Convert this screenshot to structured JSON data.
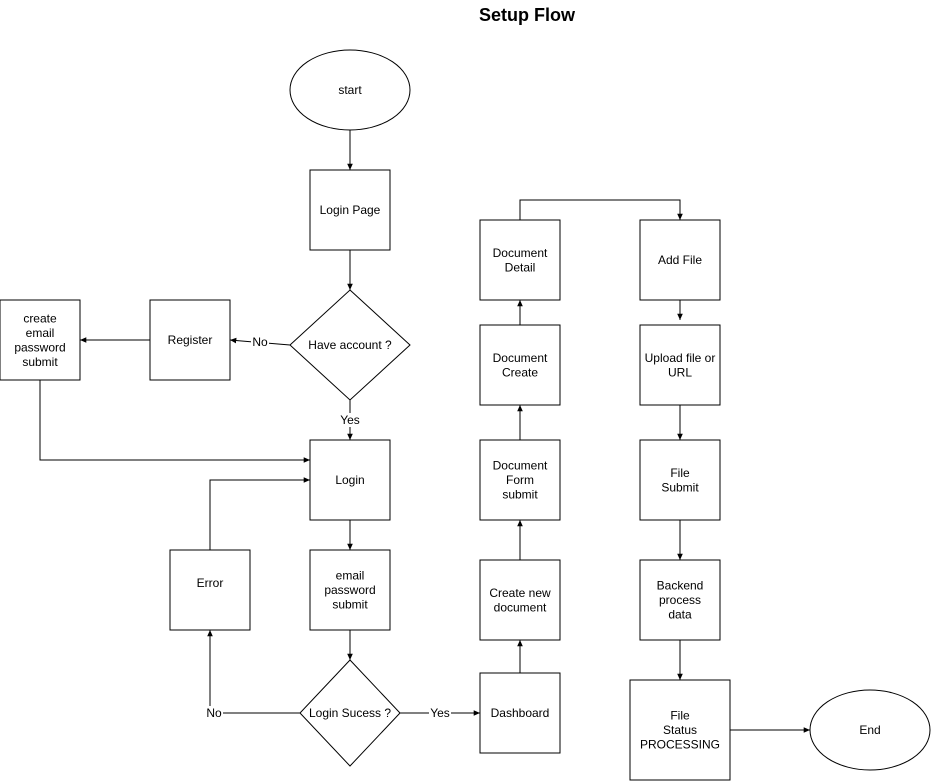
{
  "title": "Setup Flow",
  "nodes": {
    "start": [
      "start"
    ],
    "login_page": [
      "Login Page"
    ],
    "have_account": [
      "Have account ?"
    ],
    "register": [
      "Register"
    ],
    "create_email": [
      "create",
      "email",
      "password",
      "submit"
    ],
    "login": [
      "Login"
    ],
    "email_password": [
      "email",
      "password",
      "submit"
    ],
    "error": [
      "Error"
    ],
    "login_success": [
      "Login Sucess ?"
    ],
    "dashboard": [
      "Dashboard"
    ],
    "create_new_document": [
      "Create new",
      "document"
    ],
    "document_form": [
      "Document",
      "Form",
      "submit"
    ],
    "document_create": [
      "Document",
      "Create"
    ],
    "document_detail": [
      "Document",
      "Detail"
    ],
    "add_file": [
      "Add File"
    ],
    "upload_file": [
      "Upload file or",
      "URL"
    ],
    "file_submit": [
      "File",
      "Submit"
    ],
    "backend_process": [
      "Backend",
      "process",
      "data"
    ],
    "file_status": [
      "File",
      "Status",
      "PROCESSING"
    ],
    "end": [
      "End"
    ]
  },
  "edge_labels": {
    "no_register": "No",
    "yes_login": "Yes",
    "no_error": "No",
    "yes_dashboard": "Yes"
  }
}
